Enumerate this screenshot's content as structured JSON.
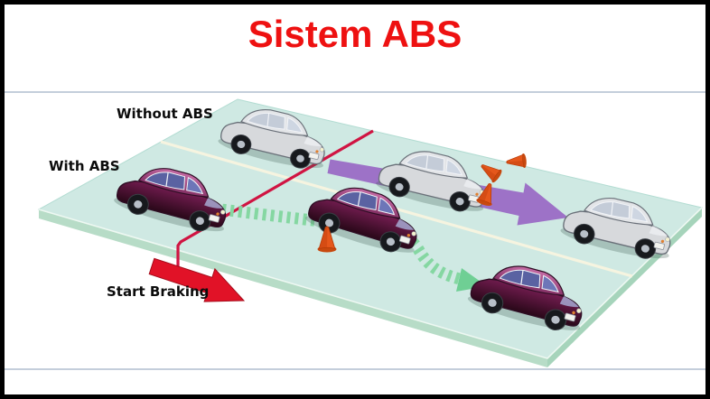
{
  "title": {
    "text": "Sistem ABS",
    "color": "#ee1111"
  },
  "labels": {
    "without_abs": "Without ABS",
    "with_abs": "With ABS",
    "start_braking": "Start Braking"
  },
  "colors": {
    "title": "#ee1111",
    "separator": "#c4cedb",
    "label_text": "#0c0c0c",
    "road_surface": "#cfe9e3",
    "road_side": "#b7dcc7",
    "road_side2": "#a6d4bb",
    "lane_line": "#f6f4e0",
    "braking_line": "#d01442",
    "braking_arrow": "#e11227",
    "skid_arrow": "#9a6cc5",
    "abs_path": "#85d7a2",
    "abs_arrowhead": "#6fcf94",
    "cone": "#e5571b",
    "car_gray": "#d7d9dc",
    "car_purple": "#6d1b4c"
  },
  "scene": {
    "description": "Isometric road slab comparing braking distance and control with and without ABS",
    "cars": [
      {
        "id": "without-abs-start",
        "color": "gray",
        "label": "Without ABS"
      },
      {
        "id": "without-abs-skidding",
        "color": "gray",
        "label": "Without ABS"
      },
      {
        "id": "without-abs-end",
        "color": "gray",
        "label": "Without ABS"
      },
      {
        "id": "with-abs-start",
        "color": "purple",
        "label": "With ABS"
      },
      {
        "id": "with-abs-steering",
        "color": "purple",
        "label": "With ABS"
      },
      {
        "id": "with-abs-stopped",
        "color": "purple",
        "label": "With ABS"
      }
    ],
    "cones_count": 4,
    "arrows": [
      {
        "id": "braking-arrow",
        "meaning": "Start Braking point"
      },
      {
        "id": "skid-arrow",
        "meaning": "straight skid path without ABS"
      },
      {
        "id": "abs-path",
        "meaning": "steered avoidance path with ABS"
      }
    ]
  }
}
